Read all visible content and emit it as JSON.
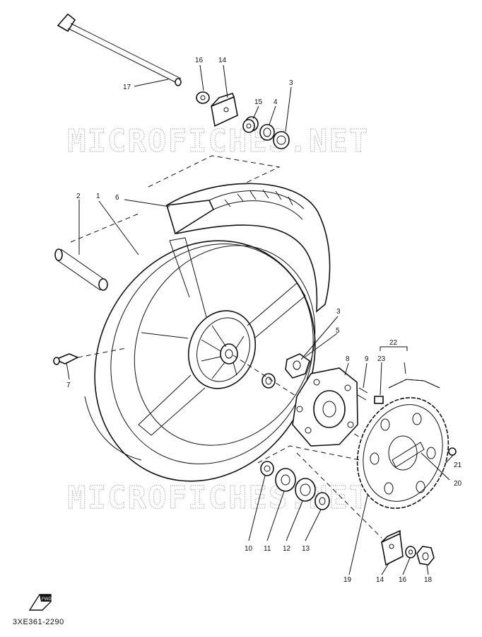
{
  "watermark": "MICROFICHES.NET",
  "diagram_code": "3XE361-2290",
  "front_icon_label": "FWD",
  "callouts": [
    {
      "id": "c1",
      "text": "1"
    },
    {
      "id": "c2",
      "text": "2"
    },
    {
      "id": "c3a",
      "text": "3"
    },
    {
      "id": "c3b",
      "text": "3"
    },
    {
      "id": "c4",
      "text": "4"
    },
    {
      "id": "c5",
      "text": "5"
    },
    {
      "id": "c6",
      "text": "6"
    },
    {
      "id": "c7",
      "text": "7"
    },
    {
      "id": "c8",
      "text": "8"
    },
    {
      "id": "c9",
      "text": "9"
    },
    {
      "id": "c10",
      "text": "10"
    },
    {
      "id": "c11",
      "text": "11"
    },
    {
      "id": "c12",
      "text": "12"
    },
    {
      "id": "c13",
      "text": "13"
    },
    {
      "id": "c14a",
      "text": "14"
    },
    {
      "id": "c14b",
      "text": "14"
    },
    {
      "id": "c15",
      "text": "15"
    },
    {
      "id": "c16a",
      "text": "16"
    },
    {
      "id": "c16b",
      "text": "16"
    },
    {
      "id": "c17",
      "text": "17"
    },
    {
      "id": "c18",
      "text": "18"
    },
    {
      "id": "c19",
      "text": "19"
    },
    {
      "id": "c20",
      "text": "20"
    },
    {
      "id": "c21",
      "text": "21"
    },
    {
      "id": "c22",
      "text": "22"
    },
    {
      "id": "c23",
      "text": "23"
    }
  ]
}
